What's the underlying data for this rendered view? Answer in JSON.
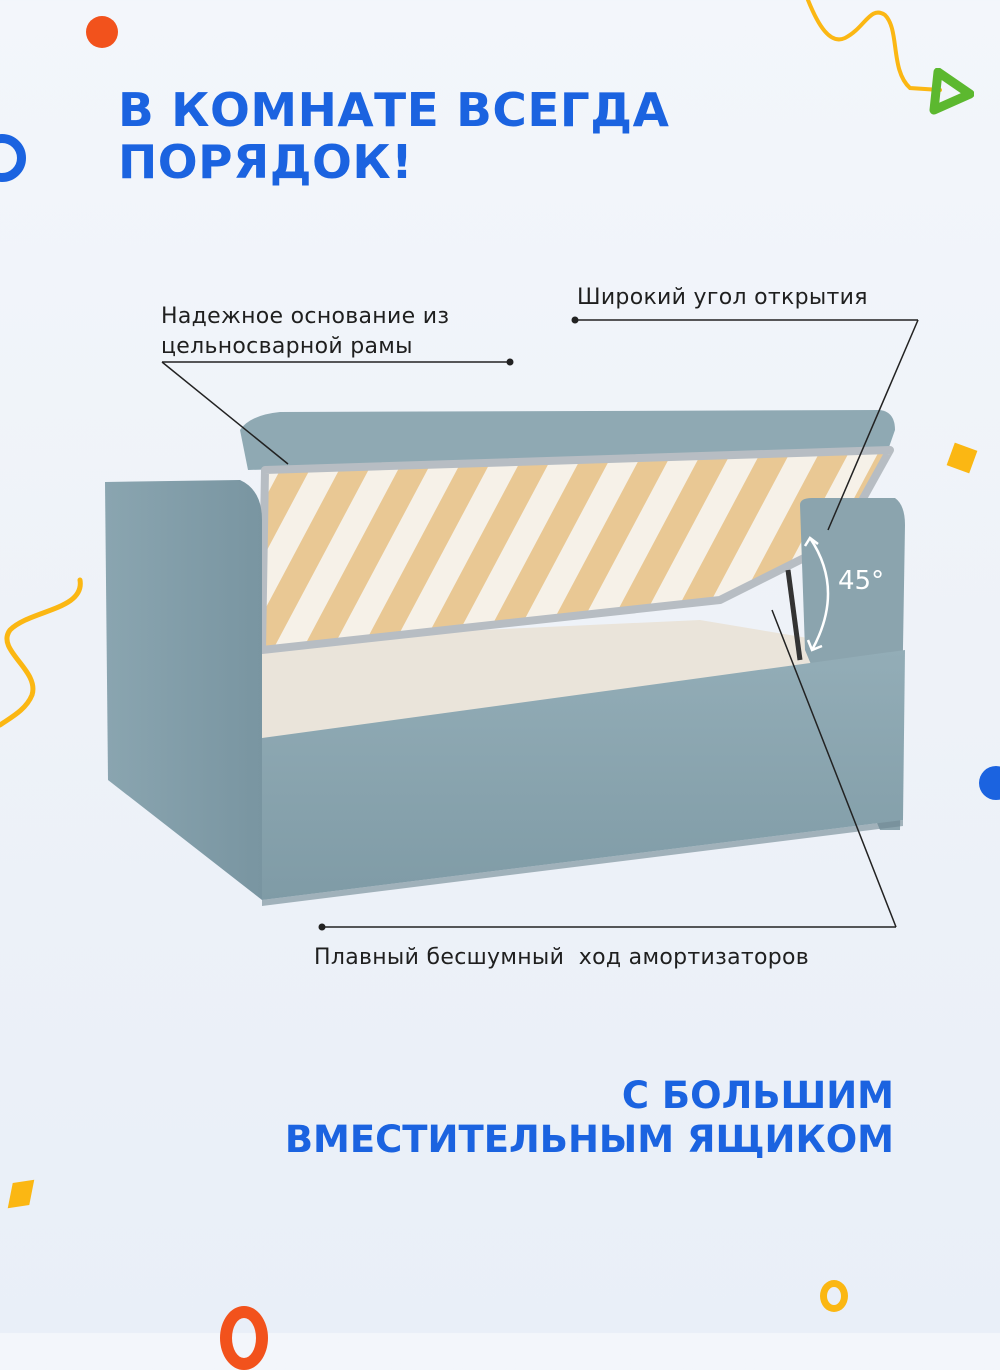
{
  "headline_top": {
    "line1": "В КОМНАТЕ ВСЕГДА",
    "line2": "ПОРЯДОК!"
  },
  "callouts": {
    "frame": {
      "line1": "Надежное основание из",
      "line2": "цельносварной рамы"
    },
    "angle": "Широкий угол открытия",
    "shock": "Плавный бесшумный  ход амортизаторов"
  },
  "angle_value": "45°",
  "headline_bottom": {
    "line1": "С БОЛЬШИМ",
    "line2": "ВМЕСТИТЕЛЬНЫМ ЯЩИКОМ"
  },
  "colors": {
    "accent_blue": "#1b63e0",
    "orange": "#f2521c",
    "yellow": "#fbb713",
    "green": "#5cb82f",
    "bed_fabric": "#8ca6b0",
    "wood_slat": "#e8c792"
  }
}
